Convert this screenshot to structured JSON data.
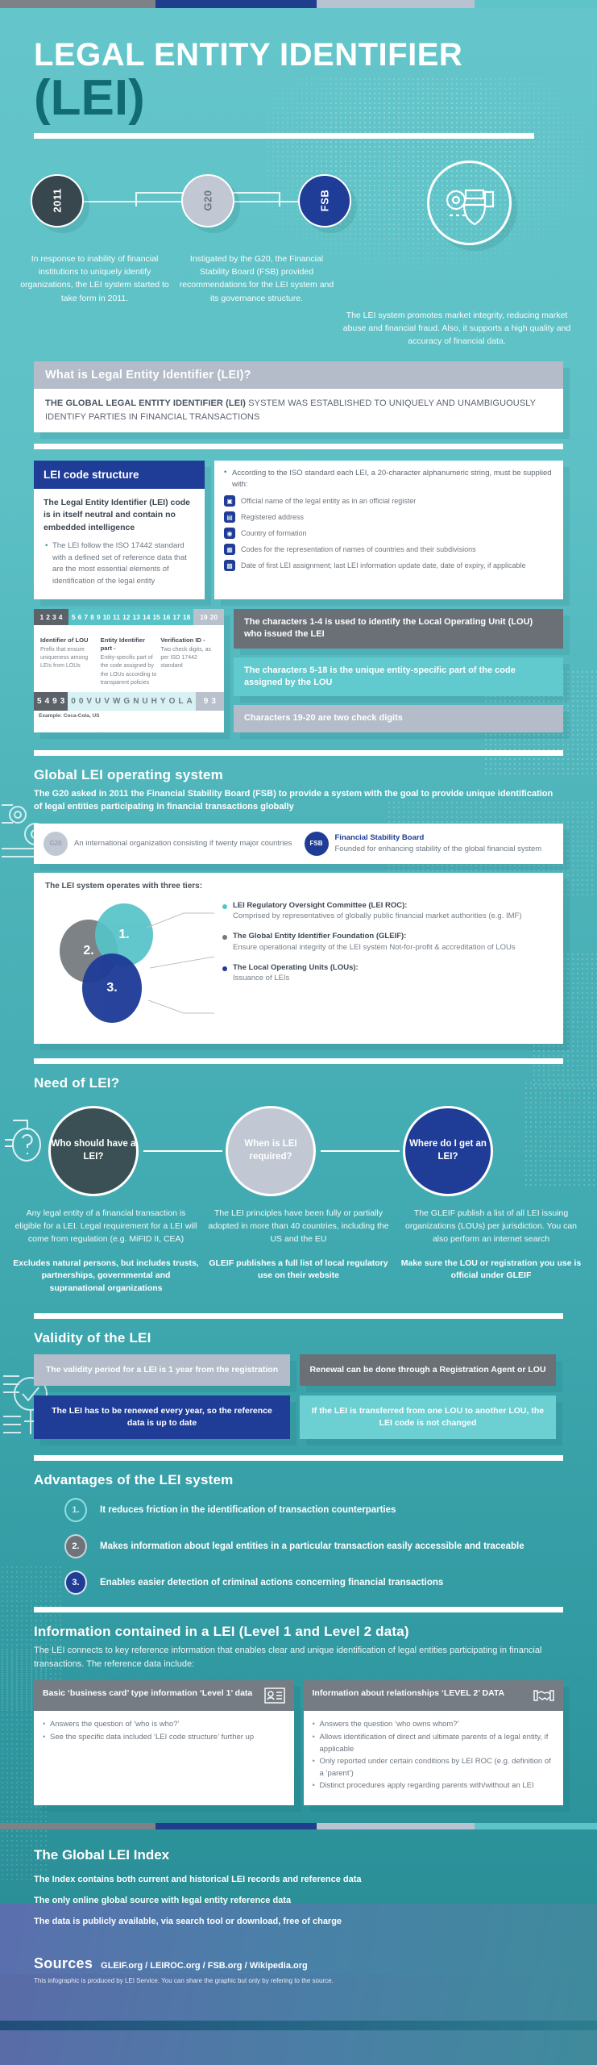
{
  "header": {
    "title": "LEGAL ENTITY IDENTIFIER",
    "acronym": "(LEI)"
  },
  "topstrip": {
    "colors": [
      "#7e8287",
      "#1f3e8c",
      "#b8c2d0",
      "#5fc4c8"
    ]
  },
  "timeline": {
    "nodes": [
      {
        "label": "2011",
        "name": "node-2011",
        "color": "#37474d"
      },
      {
        "label": "G20",
        "name": "node-g20",
        "color": "#c1c8d4"
      },
      {
        "label": "FSB",
        "name": "node-fsb",
        "color": "#1f3c97"
      }
    ],
    "texts": [
      "In response to inability of financial institutions to uniquely identify organizations, the LEI system started to take form in 2011.",
      "Instigated by the G20, the Financial Stability Board (FSB) provided recommendations for the LEI system and its governance structure.",
      "The LEI system promotes market integrity, reducing market abuse and financial fraud. Also, it supports a high quality and accuracy of financial data."
    ]
  },
  "what_is": {
    "heading": "What is Legal Entity Identifier (LEI)?",
    "bold_part": "THE GLOBAL LEGAL ENTITY IDENTIFIER (LEI)",
    "rest": " SYSTEM WAS ESTABLISHED TO UNIQUELY AND UNAMBIGUOUSLY IDENTIFY PARTIES IN FINANCIAL TRANSACTIONS"
  },
  "code_structure": {
    "heading": "LEI code structure",
    "lead": "The Legal Entity Identifier (LEI) code is in itself neutral and contain no embedded intelligence",
    "bullet": "The LEI follow the ISO 17442 standard with a defined set of reference data that are the most essential elements of identification of the legal entity",
    "iso_intro": "According to the ISO standard each LEI, a 20-character alphanumeric string, must be supplied with:",
    "iso_items": [
      {
        "icon": "id-card-icon",
        "text": "Official name of the legal entity as in an official register"
      },
      {
        "icon": "document-icon",
        "text": "Registered address"
      },
      {
        "icon": "globe-icon",
        "text": "Country of formation"
      },
      {
        "icon": "list-icon",
        "text": "Codes for the representation of names of countries and their subdivisions"
      },
      {
        "icon": "calendar-icon",
        "text": "Date of first LEI assignment; last LEI information update date, date of expiry, if applicable"
      }
    ]
  },
  "code_map": {
    "numbers_a": [
      "1",
      "2",
      "3",
      "4"
    ],
    "numbers_b": [
      "5",
      "6",
      "7",
      "8",
      "9",
      "10",
      "11",
      "12",
      "13",
      "14",
      "15",
      "16",
      "17",
      "18"
    ],
    "numbers_c": [
      "19",
      "20"
    ],
    "chars_a": [
      "5",
      "4",
      "9",
      "3"
    ],
    "chars_b": [
      "0",
      "0",
      "V",
      "U",
      "V",
      "W",
      "G",
      "N",
      "U",
      "H",
      "Y",
      "O",
      "L",
      "A"
    ],
    "chars_c": [
      "9",
      "3"
    ],
    "segments": [
      {
        "title": "Identifier of LOU",
        "desc": "Prefix that ensure uniqueness among LEIs from LOUs"
      },
      {
        "title": "Entity Identifier part -",
        "desc": "Entity-specific part of the code assigned by the LOUs according to transparent policies"
      },
      {
        "title": "Verification ID -",
        "desc": "Two check digits, as per ISO 17442 standard"
      }
    ],
    "example_label": "Example: Coca-Cola, US",
    "callouts": [
      "The characters 1-4 is used to identify the Local Operating Unit (LOU) who issued the LEI",
      "The characters 5-18 is the unique entity-specific part of the code assigned by the LOU",
      "Characters 19-20 are two check digits"
    ]
  },
  "operating_system": {
    "heading": "Global LEI operating system",
    "sub": "The G20 asked in 2011 the Financial Stability Board (FSB) to provide a system with the goal to provide unique identification of legal entities participating in financial transactions globally",
    "orgs": [
      {
        "badge": "G20",
        "title": "",
        "text": "An international organization consisting if twenty major countries"
      },
      {
        "badge": "FSB",
        "title": "Financial Stability Board",
        "text": "Founded for enhancing stability of the global financial system"
      }
    ],
    "tiers_heading": "The LEI system operates with three tiers:",
    "bubbles": [
      "1.",
      "2.",
      "3."
    ],
    "tiers": [
      {
        "title": "LEI Regulatory Oversight Committee (LEI ROC):",
        "text": "Comprised by representatives of globally public financial market authorities (e.g. IMF)"
      },
      {
        "title": "The Global Entity Identifier Foundation (GLEIF):",
        "text": "Ensure operational integrity of the LEI system Not-for-profit & accreditation of LOUs"
      },
      {
        "title": "The Local Operating Units (LOUs):",
        "text": "Issuance of LEIs"
      }
    ]
  },
  "need": {
    "heading": "Need of LEI?",
    "ovals": [
      "Who should have a LEI?",
      "When is LEI required?",
      "Where do I get an LEI?"
    ],
    "paras": [
      "Any legal entity of a financial transaction is eligible for a LEI. Legal requirement for a LEI will come from regulation (e.g. MiFID II, CEA)",
      "The LEI principles have been fully or partially adopted in more than 40 countries, including the US and the EU",
      "The GLEIF publish a list of all LEI issuing organizations (LOUs) per jurisdiction. You can also perform an internet search"
    ],
    "bolds": [
      "Excludes natural persons, but includes trusts, partnerships, governmental and supranational organizations",
      "GLEIF publishes a full list of local regulatory use on their website",
      "Make sure the LOU or registration you use is official under GLEIF"
    ]
  },
  "validity": {
    "heading": "Validity of the LEI",
    "boxes": [
      "The validity period for a LEI is 1 year from the registration",
      "Renewal can be done through a Registration Agent or LOU",
      "The LEI has to be renewed every year, so the reference data is up to date",
      "If the LEI is transferred from one LOU to another LOU, the LEI code is not changed"
    ]
  },
  "advantages": {
    "heading": "Advantages of the LEI system",
    "items": [
      {
        "num": "1.",
        "text": "It reduces friction in the identification of transaction counterparties"
      },
      {
        "num": "2.",
        "text": "Makes information about legal entities in a particular transaction easily accessible and traceable"
      },
      {
        "num": "3.",
        "text": "Enables easier detection of criminal actions concerning financial transactions"
      }
    ]
  },
  "levels": {
    "heading": "Information contained in a LEI (Level 1 and Level 2 data)",
    "sub": "The LEI connects to key reference information that enables clear and unique identification of legal entities participating in financial transactions. The reference data include:",
    "cards": [
      {
        "title": "Basic ‘business card’ type information ‘Level 1’ data",
        "icon": "id-badge-icon",
        "bullets": [
          "Answers the question of ‘who is who?’",
          "See the specific data included ‘LEI code structure’ further up"
        ]
      },
      {
        "title": "Information about relationships ‘LEVEL 2’ DATA",
        "icon": "handshake-icon",
        "bullets": [
          "Answers the question ‘who owns whom?’",
          "Allows identification of direct and ultimate parents of a legal entity, if applicable",
          "Only reported under certain conditions by LEI ROC (e.g. definition of a ‘parent’)",
          "Distinct procedures apply regarding parents with/without an LEI"
        ]
      }
    ]
  },
  "index": {
    "heading": "The Global LEI Index",
    "lines": [
      "The Index contains both current and historical LEI records and reference data",
      "The only online global source with legal entity reference data",
      "The data is publicly available, via search tool or download, free of charge"
    ]
  },
  "sources": {
    "label": "Sources",
    "value": "GLEIF.org / LEIROC.org / FSB.org / Wikipedia.org",
    "note": "This infographic is produced by LEI Service. You can share the graphic but only by refering to the source."
  }
}
